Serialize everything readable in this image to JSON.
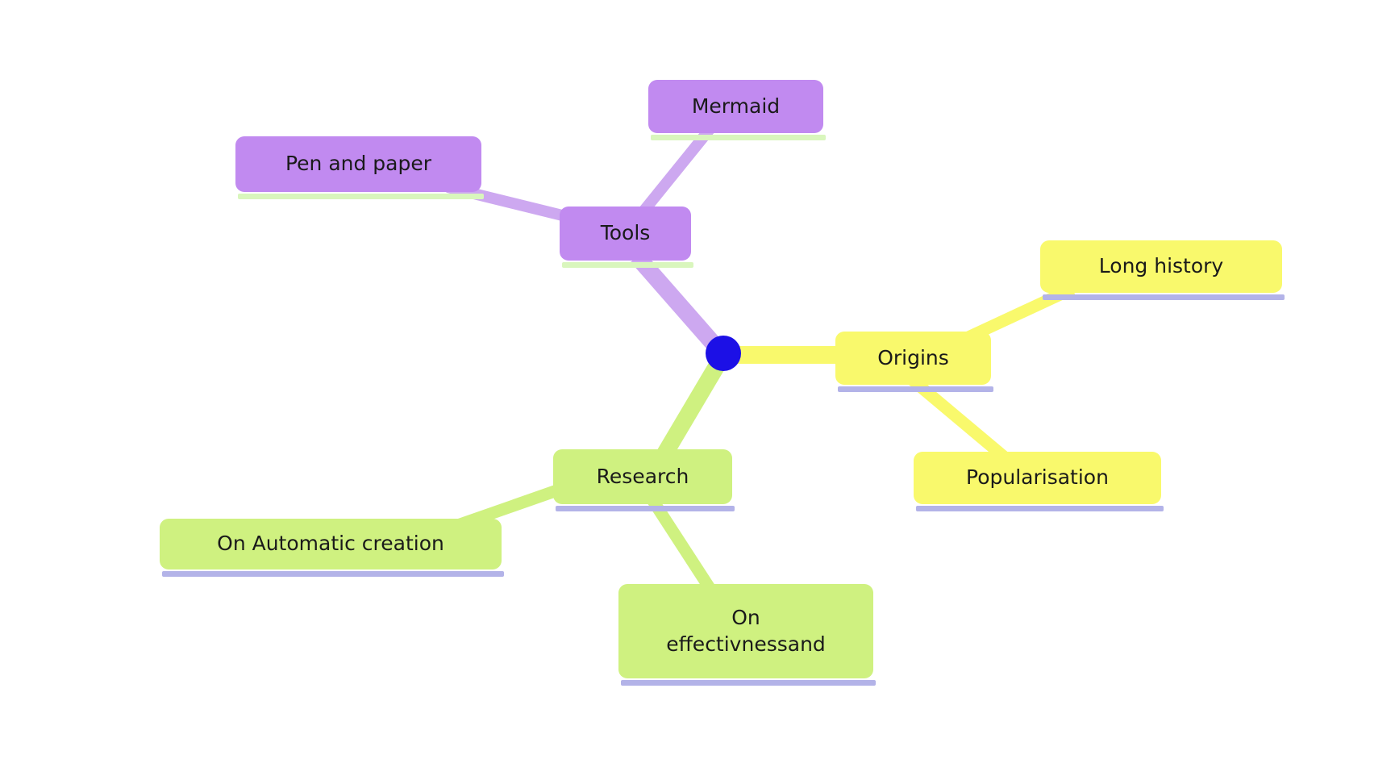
{
  "diagram": {
    "type": "mindmap",
    "nodes": {
      "root": {
        "label": ""
      },
      "tools": {
        "label": "Tools"
      },
      "pen_and_paper": {
        "label": "Pen and paper"
      },
      "mermaid": {
        "label": "Mermaid"
      },
      "origins": {
        "label": "Origins"
      },
      "long_history": {
        "label": "Long history"
      },
      "popularisation": {
        "label": "Popularisation"
      },
      "research": {
        "label": "Research"
      },
      "on_automatic_creation": {
        "label": "On Automatic creation"
      },
      "on_effectivnessand": {
        "label": "On effectivnessand",
        "lines": [
          "On",
          "effectivnessand"
        ]
      }
    },
    "edges": [
      {
        "from": "root",
        "to": "tools"
      },
      {
        "from": "tools",
        "to": "pen_and_paper"
      },
      {
        "from": "tools",
        "to": "mermaid"
      },
      {
        "from": "root",
        "to": "origins"
      },
      {
        "from": "origins",
        "to": "long_history"
      },
      {
        "from": "origins",
        "to": "popularisation"
      },
      {
        "from": "root",
        "to": "research"
      },
      {
        "from": "research",
        "to": "on_automatic_creation"
      },
      {
        "from": "research",
        "to": "on_effectivnessand"
      }
    ],
    "colors": {
      "root_dot": "#1c10e6",
      "branch_tools_fill": "#c18af0",
      "branch_tools_edge": "#cda8f0",
      "branch_origins_fill": "#f9f96c",
      "branch_origins_edge": "#f9f96c",
      "branch_research_fill": "#cff180",
      "branch_research_edge": "#cff180",
      "shadow_under_purple": "#d9f6bd",
      "shadow_under_yellow_green": "#b3b3e8",
      "text": "#1a1a1a",
      "background": "#ffffff"
    }
  }
}
